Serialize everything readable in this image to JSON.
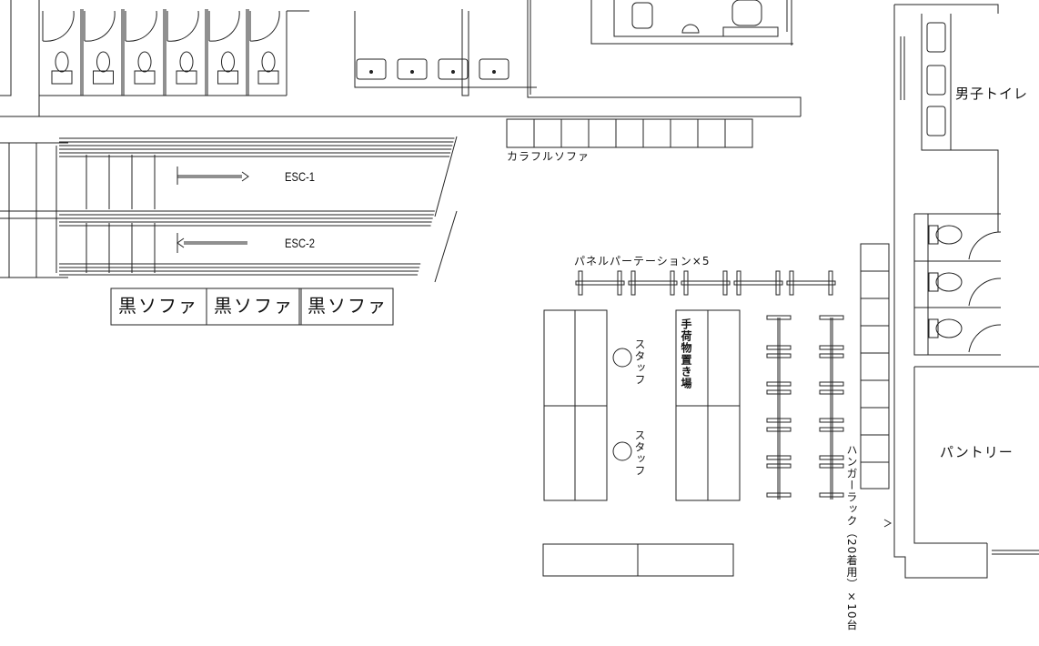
{
  "labels": {
    "esc1": "ESC-1",
    "esc2": "ESC-2",
    "black_sofa": "黒ソファ",
    "colorful_sofa": "カラフルソファ",
    "panel_partition": "パネルパーテーション×5",
    "staff": "スタッフ",
    "baggage_area": "手荷物置き場",
    "hanger_rack": "ハンガーラック（20着用）×10台",
    "mens_toilet": "男子トイレ",
    "pantry": "パントリー"
  },
  "colors": {
    "line": "#222222",
    "background": "#ffffff"
  }
}
